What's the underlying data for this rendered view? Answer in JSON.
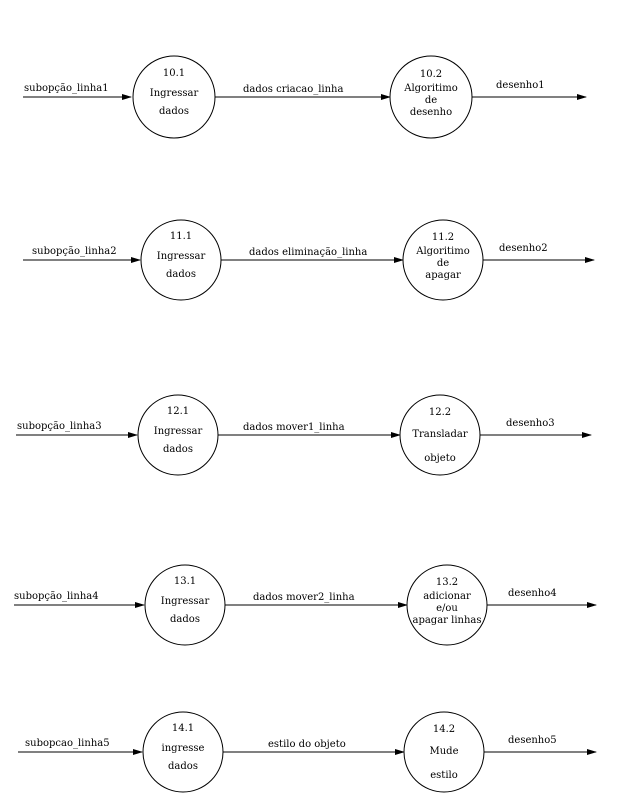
{
  "rows": [
    {
      "input_label": "subopção_linha1",
      "node1": {
        "id": "10.1",
        "lines": [
          "Ingressar",
          "dados"
        ]
      },
      "flow_label": "dados criacao_linha",
      "node2": {
        "id": "10.2",
        "lines": [
          "Algoritimo",
          "de",
          "desenho"
        ]
      },
      "output_label": "desenho1"
    },
    {
      "input_label": "subopção_linha2",
      "node1": {
        "id": "11.1",
        "lines": [
          "Ingressar",
          "dados"
        ]
      },
      "flow_label": "dados eliminação_linha",
      "node2": {
        "id": "11.2",
        "lines": [
          "Algoritimo",
          "de",
          "apagar"
        ]
      },
      "output_label": "desenho2"
    },
    {
      "input_label": "subopção_linha3",
      "node1": {
        "id": "12.1",
        "lines": [
          "Ingressar",
          "dados"
        ]
      },
      "flow_label": "dados mover1_linha",
      "node2": {
        "id": "12.2",
        "lines": [
          "Transladar",
          "objeto"
        ]
      },
      "output_label": "desenho3"
    },
    {
      "input_label": "subopção_linha4",
      "node1": {
        "id": "13.1",
        "lines": [
          "Ingressar",
          "dados"
        ]
      },
      "flow_label": "dados mover2_linha",
      "node2": {
        "id": "13.2",
        "lines": [
          "adicionar",
          "e/ou",
          "apagar linhas"
        ]
      },
      "output_label": "desenho4"
    },
    {
      "input_label": "subopcao_linha5",
      "node1": {
        "id": "14.1",
        "lines": [
          "ingresse",
          "dados"
        ]
      },
      "flow_label": "estilo do objeto",
      "node2": {
        "id": "14.2",
        "lines": [
          "Mude",
          "estilo"
        ]
      },
      "output_label": "desenho5"
    }
  ]
}
